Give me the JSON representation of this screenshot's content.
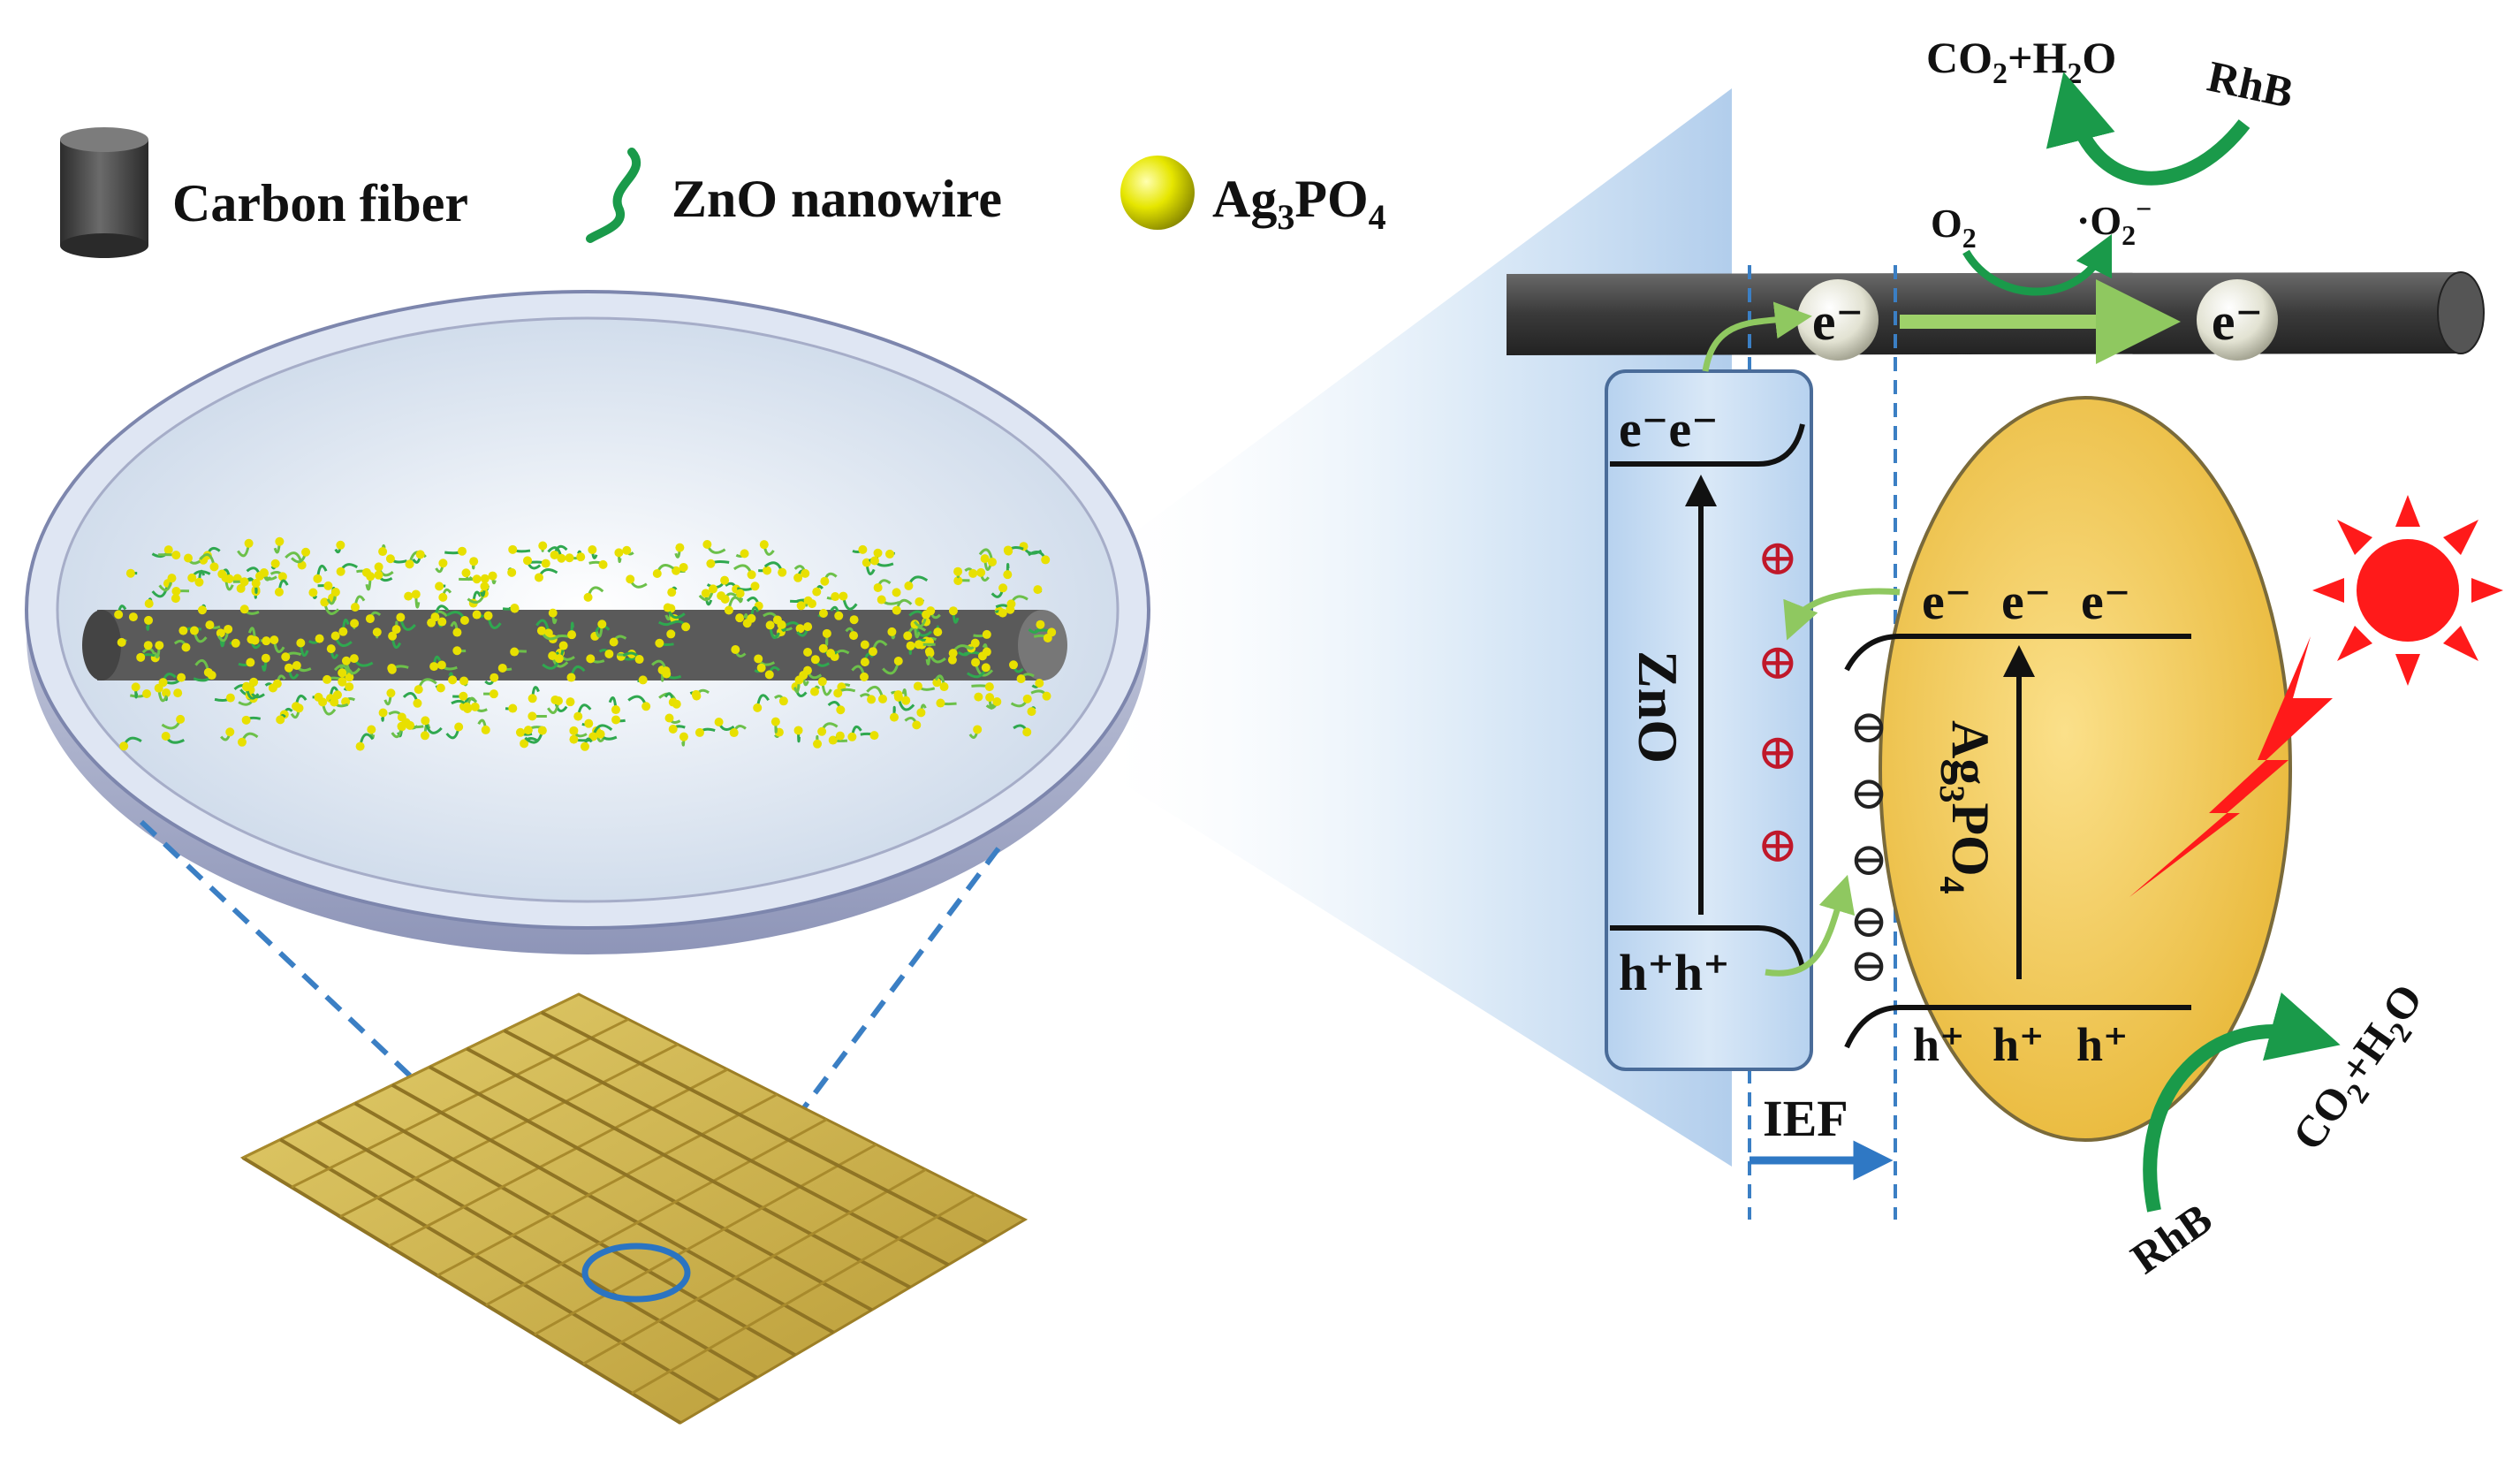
{
  "legend": {
    "carbon_fiber": "Carbon fiber",
    "zno_nanowire": "ZnO nanowire",
    "ag3po4": {
      "main": "Ag",
      "sub1": "3",
      "mid": "PO",
      "sub2": "4"
    }
  },
  "top_products": {
    "co2": "CO",
    "sub2": "2",
    "plus_h": "+H",
    "sub_h": "2",
    "o": "O"
  },
  "top_rhb": "RhB",
  "oxygen": {
    "o2": "O",
    "o2_sub": "2",
    "superoxide_dot": "·O",
    "superoxide_sub": "2",
    "superoxide_sup": "−"
  },
  "fiber_electrons": [
    "e⁻",
    "e⁻"
  ],
  "zno": {
    "label": "ZnO",
    "cb_electrons": "e⁻e⁻",
    "vb_holes": "h⁺h⁺",
    "charges": [
      "⊕",
      "⊕",
      "⊕",
      "⊕"
    ]
  },
  "ag3po4": {
    "label": {
      "main": "Ag",
      "sub1": "3",
      "mid": "PO",
      "sub2": "4"
    },
    "cb_electrons": [
      "e⁻",
      "e⁻",
      "e⁻"
    ],
    "vb_holes": [
      "h⁺",
      "h⁺",
      "h⁺"
    ],
    "charges": [
      "⊖",
      "⊖",
      "⊖",
      "⊖",
      "⊖"
    ]
  },
  "ief": "IEF",
  "bottom_rhb": "RhB",
  "bottom_products": {
    "co2": "CO",
    "sub2": "2",
    "plus_h": "+H",
    "sub_h": "2",
    "o": "O"
  },
  "colors": {
    "zno_fill": "#c9ddf3",
    "ag3po4_fill": "#f6d46a",
    "arrow_green": "#1a9a4a",
    "light_green": "#9ed16a",
    "fiber_gray": "#4a4a4a",
    "sun_red": "#ff1a1a",
    "dash_blue": "#3b7fc4"
  },
  "icons": [
    "carbon-fiber-icon",
    "zno-nanowire-icon",
    "ag3po4-particle-icon",
    "sun-icon",
    "lightning-icon"
  ]
}
